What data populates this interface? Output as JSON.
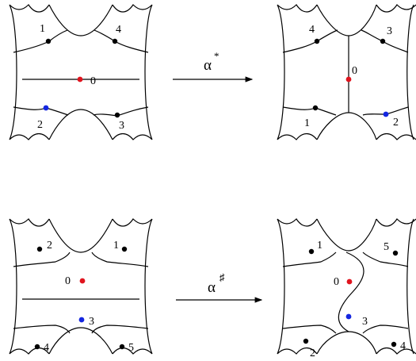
{
  "colors": {
    "red": "#e0141e",
    "blue": "#1426e0",
    "black": "#000000"
  },
  "top_left": {
    "labels": [
      "1",
      "4",
      "0",
      "2",
      "3"
    ]
  },
  "top_arrow": {
    "symbol": "α",
    "superscript": "*"
  },
  "top_right": {
    "labels": [
      "4",
      "3",
      "0",
      "1",
      "2"
    ]
  },
  "bottom_left": {
    "labels": [
      "2",
      "1",
      "0",
      "3",
      "4",
      "5"
    ]
  },
  "bottom_arrow": {
    "symbol": "α",
    "superscript": "♯"
  },
  "bottom_right": {
    "labels": [
      "1",
      "5",
      "0",
      "3",
      "2",
      "4"
    ]
  }
}
